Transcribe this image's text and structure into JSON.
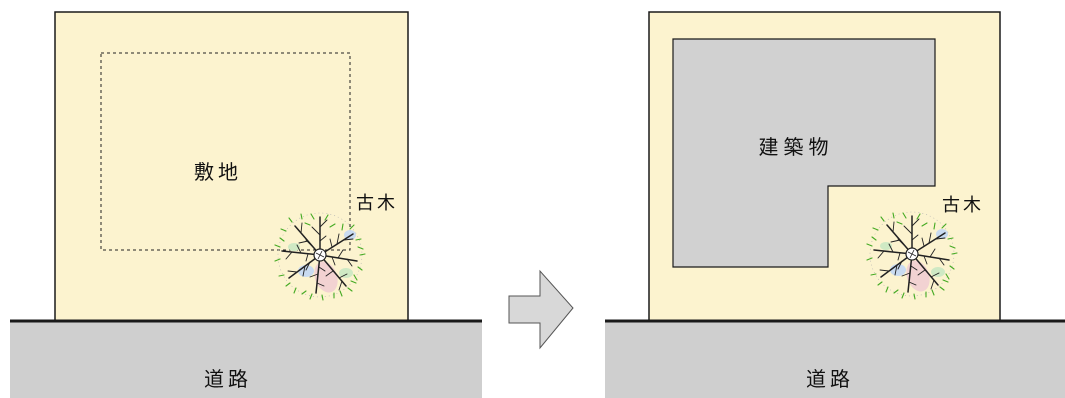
{
  "before": {
    "site_label": "敷地",
    "tree_label": "古木",
    "road_label": "道路"
  },
  "after": {
    "building_label": "建築物",
    "tree_label": "古木",
    "road_label": "道路"
  },
  "colors": {
    "site_fill": "#fcf3cf",
    "road_fill": "#cfcfcf",
    "building_fill": "#d1d1d1",
    "arrow_fill": "#d8d8d8",
    "outline": "#1a1a1a"
  },
  "icons": {
    "tree": "old-tree-icon",
    "arrow": "right-arrow-icon"
  }
}
